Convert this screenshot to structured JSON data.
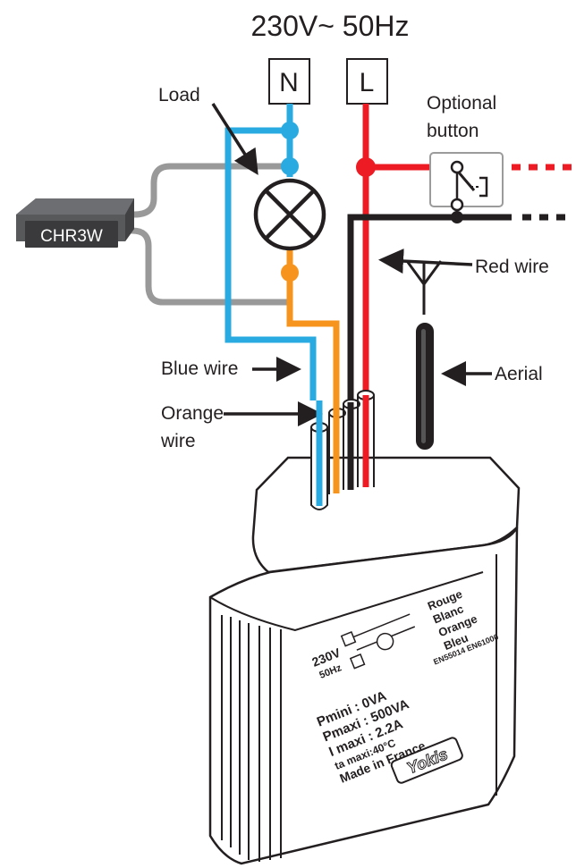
{
  "supply": {
    "title": "230V~ 50Hz",
    "neutral": "N",
    "live": "L"
  },
  "labels": {
    "load": "Load",
    "optional_button_line1": "Optional",
    "optional_button_line2": "button",
    "device": "CHR3W",
    "red_wire": "Red wire",
    "blue_wire": "Blue wire",
    "orange_wire_line1": "Orange",
    "orange_wire_line2": "wire",
    "aerial": "Aerial"
  },
  "module": {
    "terminals": [
      "Rouge",
      "Blanc",
      "Orange",
      "Bleu"
    ],
    "voltage": "230V",
    "frequency": "50Hz",
    "p_min": "Pmini : 0VA",
    "p_max": "Pmaxi : 500VA",
    "i_max": "I maxi : 2.2A",
    "ta_max": "ta maxi:40°C",
    "origin": "Made in France",
    "standards": "EN55014 EN61000",
    "brand": "Yokis"
  },
  "colors": {
    "blue_wire": "#29abe2",
    "red_wire": "#ed1c24",
    "orange_wire": "#f7941d",
    "black_wire": "#231f20",
    "grey_wire": "#999999"
  }
}
